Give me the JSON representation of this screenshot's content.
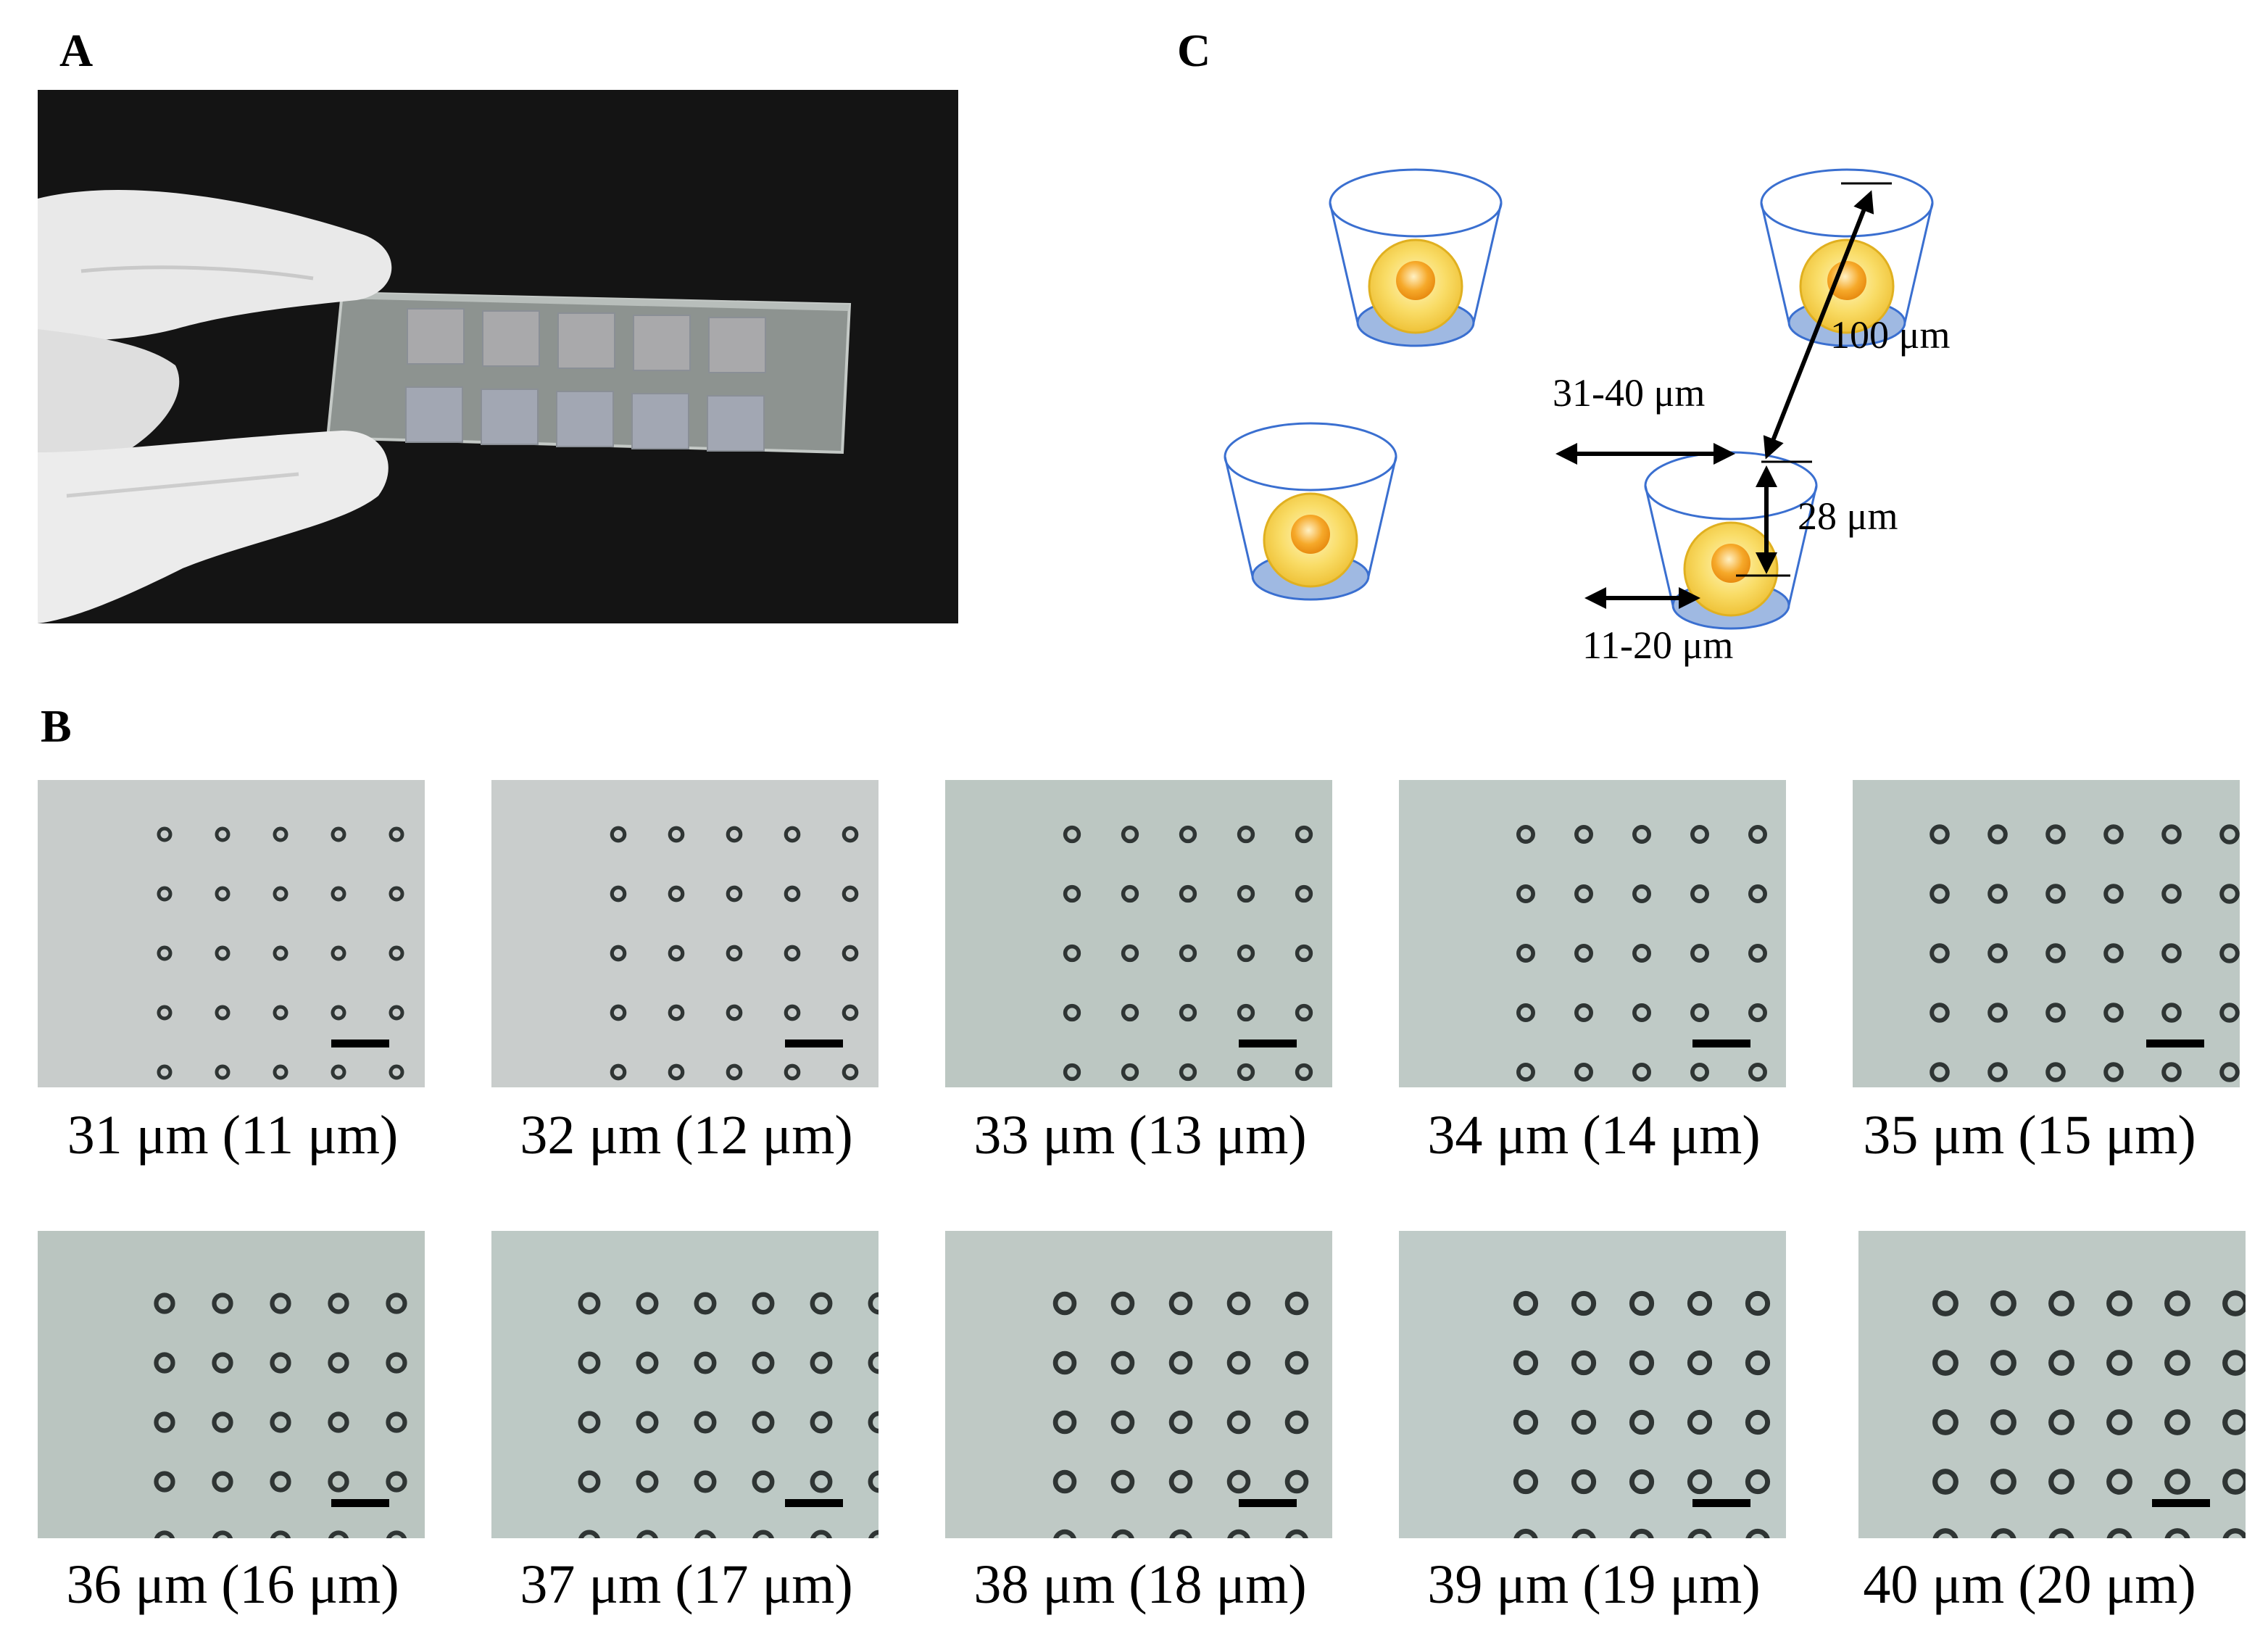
{
  "panels": {
    "a": {
      "letter": "A"
    },
    "b": {
      "letter": "B"
    },
    "c": {
      "letter": "C"
    }
  },
  "diagram": {
    "pitch_label": "100 μm",
    "top_diameter_label": "31-40 μm",
    "depth_label": "28 μm",
    "bottom_diameter_label": "11-20 μm",
    "colors": {
      "well_outline": "#3a6fd0",
      "well_bottom": "#9fb9e2",
      "cell_fill": "#f8d85a",
      "cell_outline": "#e0b020",
      "nucleus": "#f3a11c"
    }
  },
  "micrographs": [
    {
      "caption": "31 μm (11 μm)",
      "tint": "#c8cccb"
    },
    {
      "caption": "32 μm (12 μm)",
      "tint": "#c9cdcc"
    },
    {
      "caption": "33 μm (13 μm)",
      "tint": "#bcc7c2"
    },
    {
      "caption": "34 μm (14 μm)",
      "tint": "#bfcac6"
    },
    {
      "caption": "35 μm (15 μm)",
      "tint": "#bdc8c4"
    },
    {
      "caption": "36 μm (16 μm)",
      "tint": "#bac5c0"
    },
    {
      "caption": "37 μm (17 μm)",
      "tint": "#bdc9c5"
    },
    {
      "caption": "38 μm (18 μm)",
      "tint": "#bfc9c5"
    },
    {
      "caption": "39 μm (19 μm)",
      "tint": "#bfcbc8"
    },
    {
      "caption": "40 μm (20 μm)",
      "tint": "#bec9c5"
    }
  ],
  "photo": {
    "background": "#141414",
    "glove": "#eeeeee",
    "slide": "#9aa09d",
    "squares_rows": 2,
    "squares_cols": 5
  }
}
